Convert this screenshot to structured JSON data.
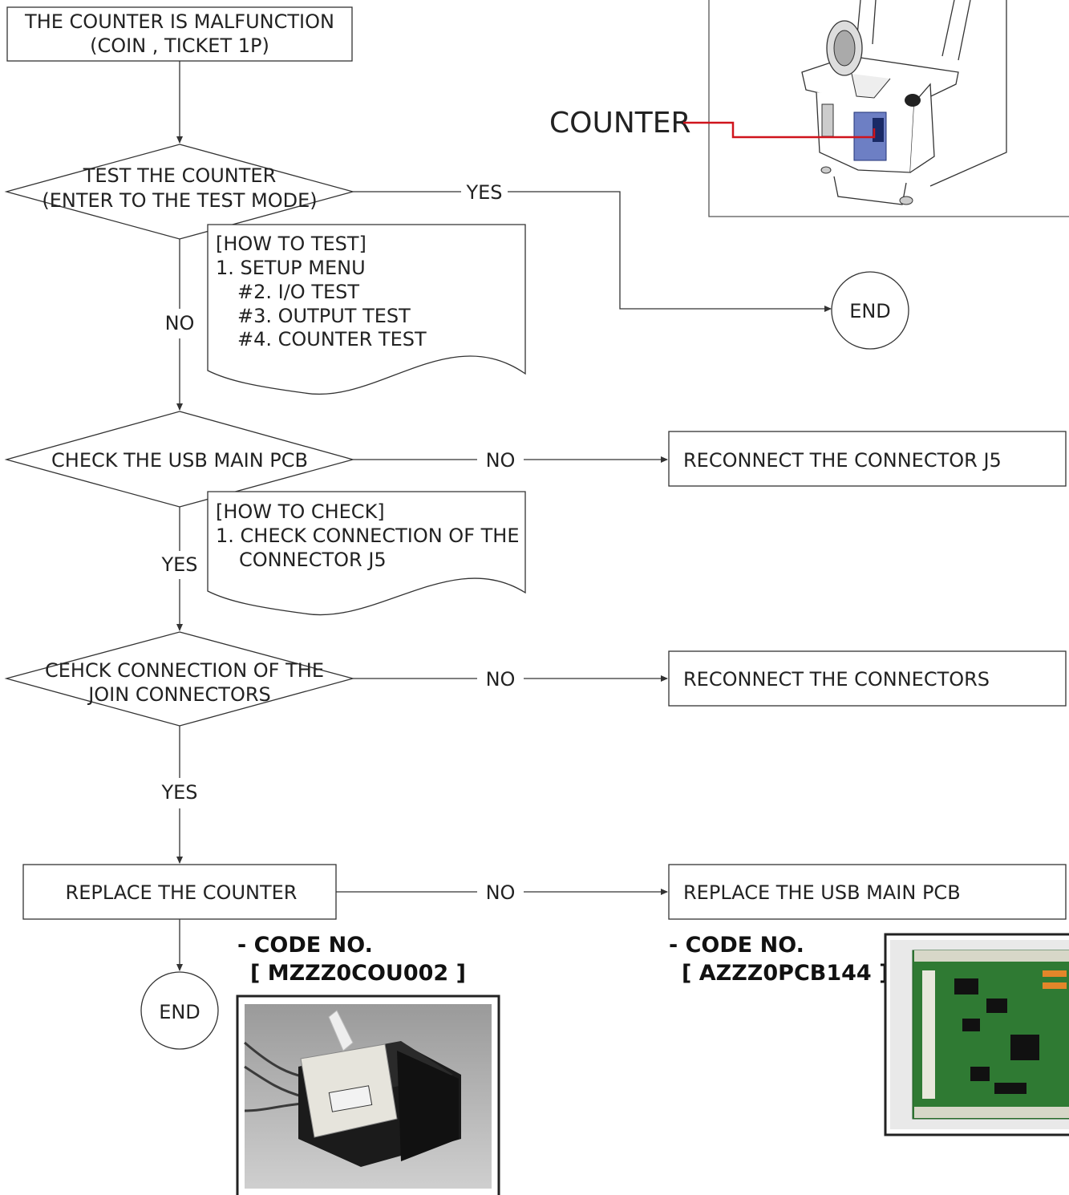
{
  "start": {
    "line1": "THE COUNTER IS MALFUNCTION",
    "line2": "(COIN , TICKET 1P)"
  },
  "decision1": {
    "line1": "TEST THE COUNTER",
    "line2": "(ENTER TO THE TEST MODE)",
    "yes_label": "YES",
    "no_label": "NO"
  },
  "note1": {
    "lines": [
      "[HOW TO TEST]",
      "1. SETUP MENU",
      "#2. I/O TEST",
      "#3. OUTPUT TEST",
      "#4. COUNTER TEST"
    ]
  },
  "end_label": "END",
  "decision2": {
    "text": "CHECK THE USB MAIN PCB",
    "no_label": "NO",
    "yes_label": "YES"
  },
  "action_reconnect_j5": "RECONNECT THE CONNECTOR J5",
  "note2": {
    "lines": [
      "[HOW TO CHECK]",
      "1. CHECK CONNECTION OF THE",
      "CONNECTOR J5"
    ]
  },
  "decision3": {
    "line1": "CEHCK CONNECTION OF THE",
    "line2": "JOIN CONNECTORS",
    "no_label": "NO",
    "yes_label": "YES"
  },
  "action_reconnect": "RECONNECT THE CONNECTORS",
  "action_replace_counter": "REPLACE THE COUNTER",
  "replace_no_label": "NO",
  "action_replace_pcb": "REPLACE THE USB MAIN PCB",
  "end2_label": "END",
  "counter_code": {
    "title": "- CODE NO.",
    "code": "[ MZZZ0COU002 ]"
  },
  "pcb_code": {
    "title": "- CODE NO.",
    "code": "[ AZZZ0PCB144 ]"
  },
  "machine_callout": "COUNTER",
  "colors": {
    "callout_line": "#d0141c",
    "pcb_green": "#2f7a33",
    "counter_body": "#1b1b1b"
  }
}
